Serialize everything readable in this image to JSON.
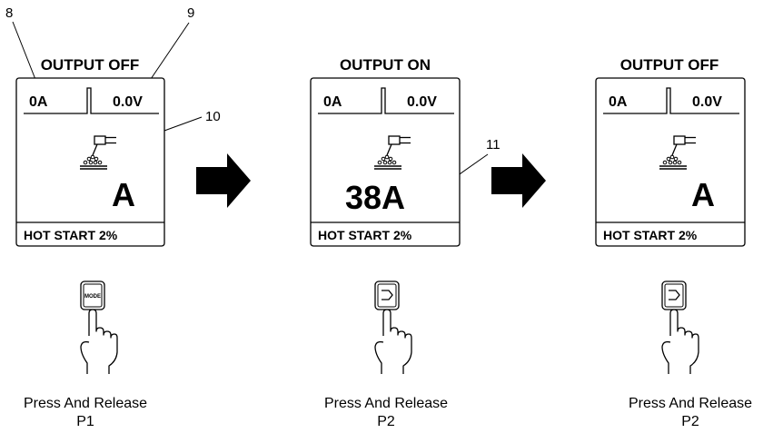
{
  "callouts": {
    "c8": "8",
    "c9": "9",
    "c10": "10",
    "c11": "11"
  },
  "panels": [
    {
      "title": "OUTPUT OFF",
      "amps": "0A",
      "volts": "0.0V",
      "value": "A",
      "footer": "HOT START  2%"
    },
    {
      "title": "OUTPUT ON",
      "amps": "0A",
      "volts": "0.0V",
      "value": "38A",
      "footer": "HOT START  2%"
    },
    {
      "title": "OUTPUT OFF",
      "amps": "0A",
      "volts": "0.0V",
      "value": "A",
      "footer": "HOT START  2%"
    }
  ],
  "buttons": [
    {
      "label": "MODE",
      "icon": "mode-button-icon"
    },
    {
      "label": "",
      "icon": "arrow-button-icon"
    },
    {
      "label": "",
      "icon": "arrow-button-icon"
    }
  ],
  "captions": [
    {
      "line1": "Press And Release",
      "line2": "P1"
    },
    {
      "line1": "Press And Release",
      "line2": "P2"
    },
    {
      "line1": "Press And Release",
      "line2": "P2"
    }
  ]
}
